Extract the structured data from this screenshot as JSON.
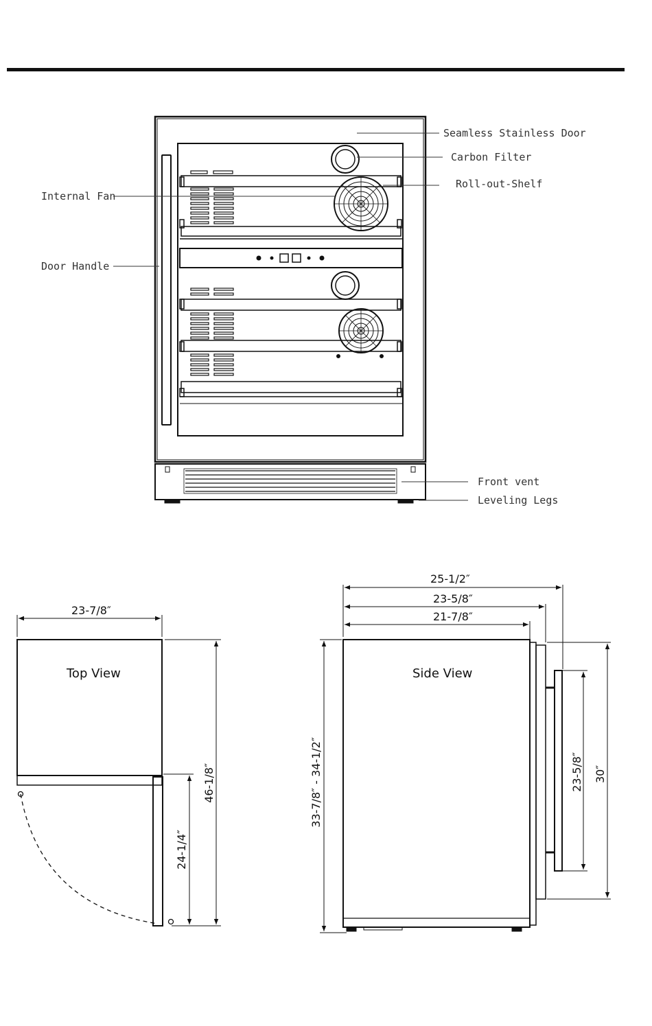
{
  "labels": {
    "seamless_door": "Seamless Stainless Door",
    "carbon_filter": "Carbon Filter",
    "roll_out_shelf": "Roll-out-Shelf",
    "internal_fan": "Internal Fan",
    "door_handle": "Door Handle",
    "front_vent": "Front vent",
    "leveling_legs": "Leveling Legs"
  },
  "top_view": {
    "title": "Top View",
    "width": "23-7/8″",
    "depth_door_open": "46-1/8″",
    "depth_body": "24-1/4″"
  },
  "side_view": {
    "title": "Side View",
    "depth_with_handle": "25-1/2″",
    "depth_with_door": "23-5/8″",
    "depth_body": "21-7/8″",
    "height": "33-7/8″ - 34-1/2″",
    "handle_length": "23-5/8″",
    "door_height": "30″"
  }
}
